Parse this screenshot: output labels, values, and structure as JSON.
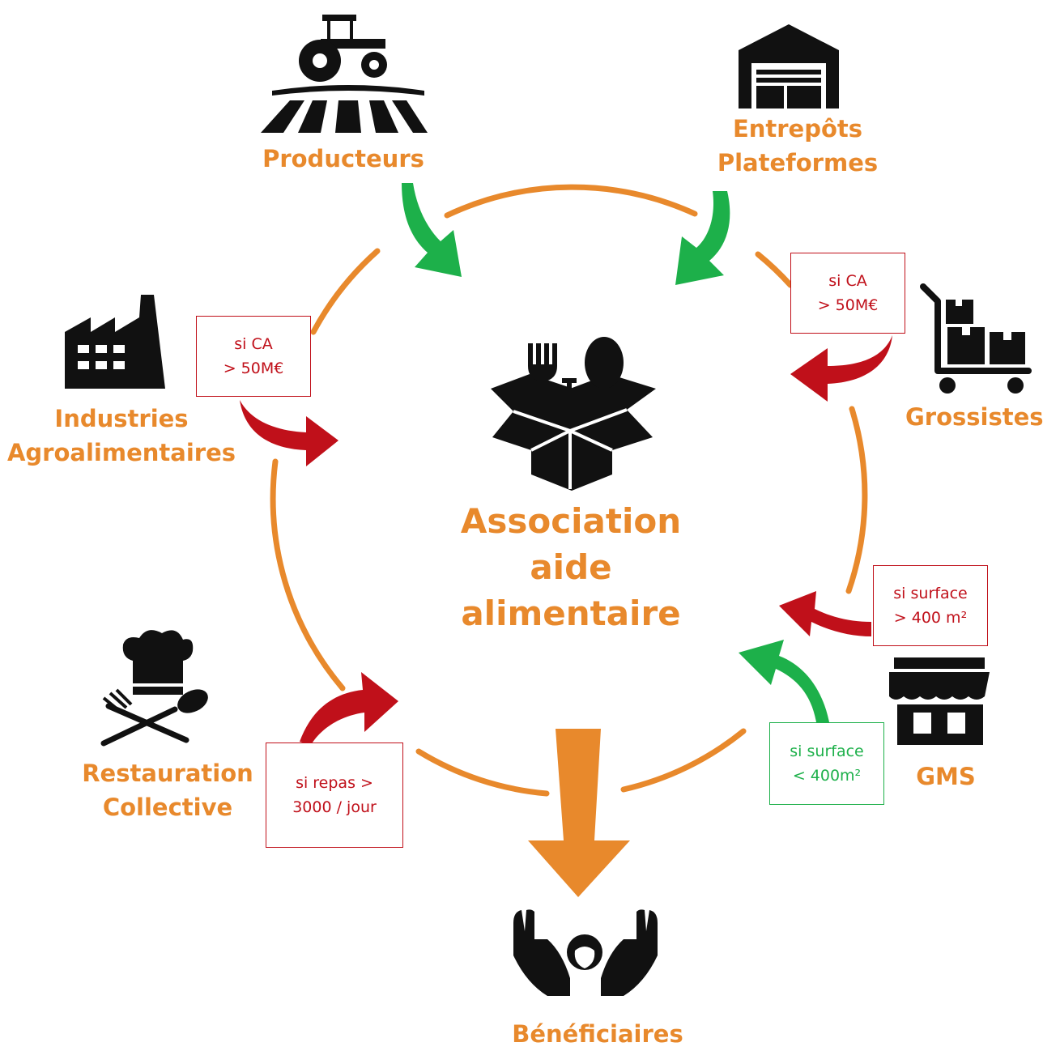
{
  "center": {
    "line1": "Association",
    "line2": "aide",
    "line3": "alimentaire"
  },
  "nodes": {
    "producteurs": "Producteurs",
    "entrepots_l1": "Entrepôts",
    "entrepots_l2": "Plateformes",
    "industries_l1": "Industries",
    "industries_l2": "Agroalimentaires",
    "grossistes": "Grossistes",
    "restauration_l1": "Restauration",
    "restauration_l2": "Collective",
    "gms": "GMS",
    "beneficiaires": "Bénéficiaires"
  },
  "conditions": {
    "industries": {
      "l1": "si CA",
      "l2": "> 50M€"
    },
    "grossistes": {
      "l1": "si CA",
      "l2": "> 50M€"
    },
    "gms_large": {
      "l1": "si surface",
      "l2": "> 400 m²"
    },
    "gms_small": {
      "l1": "si surface",
      "l2": "< 400m²"
    },
    "restauration": {
      "l1": "si repas >",
      "l2": "3000 / jour"
    }
  },
  "colors": {
    "orange": "#E8892C",
    "green": "#1DB04A",
    "red": "#C0101A",
    "icon": "#111111"
  }
}
